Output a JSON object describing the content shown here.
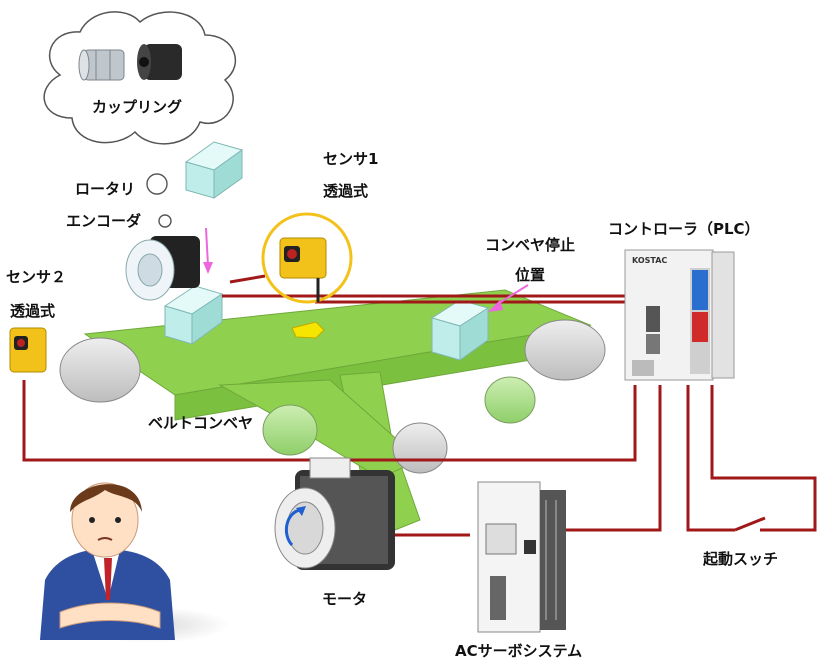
{
  "labels": {
    "coupling": "カップリング",
    "rotary_line1": "ロータリ",
    "rotary_line2": "エンコーダ",
    "sensor1_line1": "センサ1",
    "sensor1_line2": "透過式",
    "sensor2_line1": "センサ２",
    "sensor2_line2": "透過式",
    "stop_line1": "コンベヤ停止",
    "stop_line2": "位置",
    "controller": "コントローラ（PLC）",
    "belt": "ベルトコンベヤ",
    "motor": "モータ",
    "servo": "ACサーボシステム",
    "start_switch": "起動スッチ",
    "plc_brand": "KOSTAC"
  },
  "colors": {
    "belt": "#8fd14f",
    "wire": "#a01818",
    "box": "#c8f0ee",
    "sensor": "#f3c21a",
    "highlight_ring": "#f3c21a",
    "pointer": "#ee66dd"
  },
  "icons": [
    "cloud-icon",
    "coupling-icon",
    "rotary-encoder-icon",
    "sensor-icon",
    "plc-icon",
    "servo-drive-icon",
    "motor-icon",
    "person-icon",
    "switch-icon",
    "arrow-icon"
  ]
}
